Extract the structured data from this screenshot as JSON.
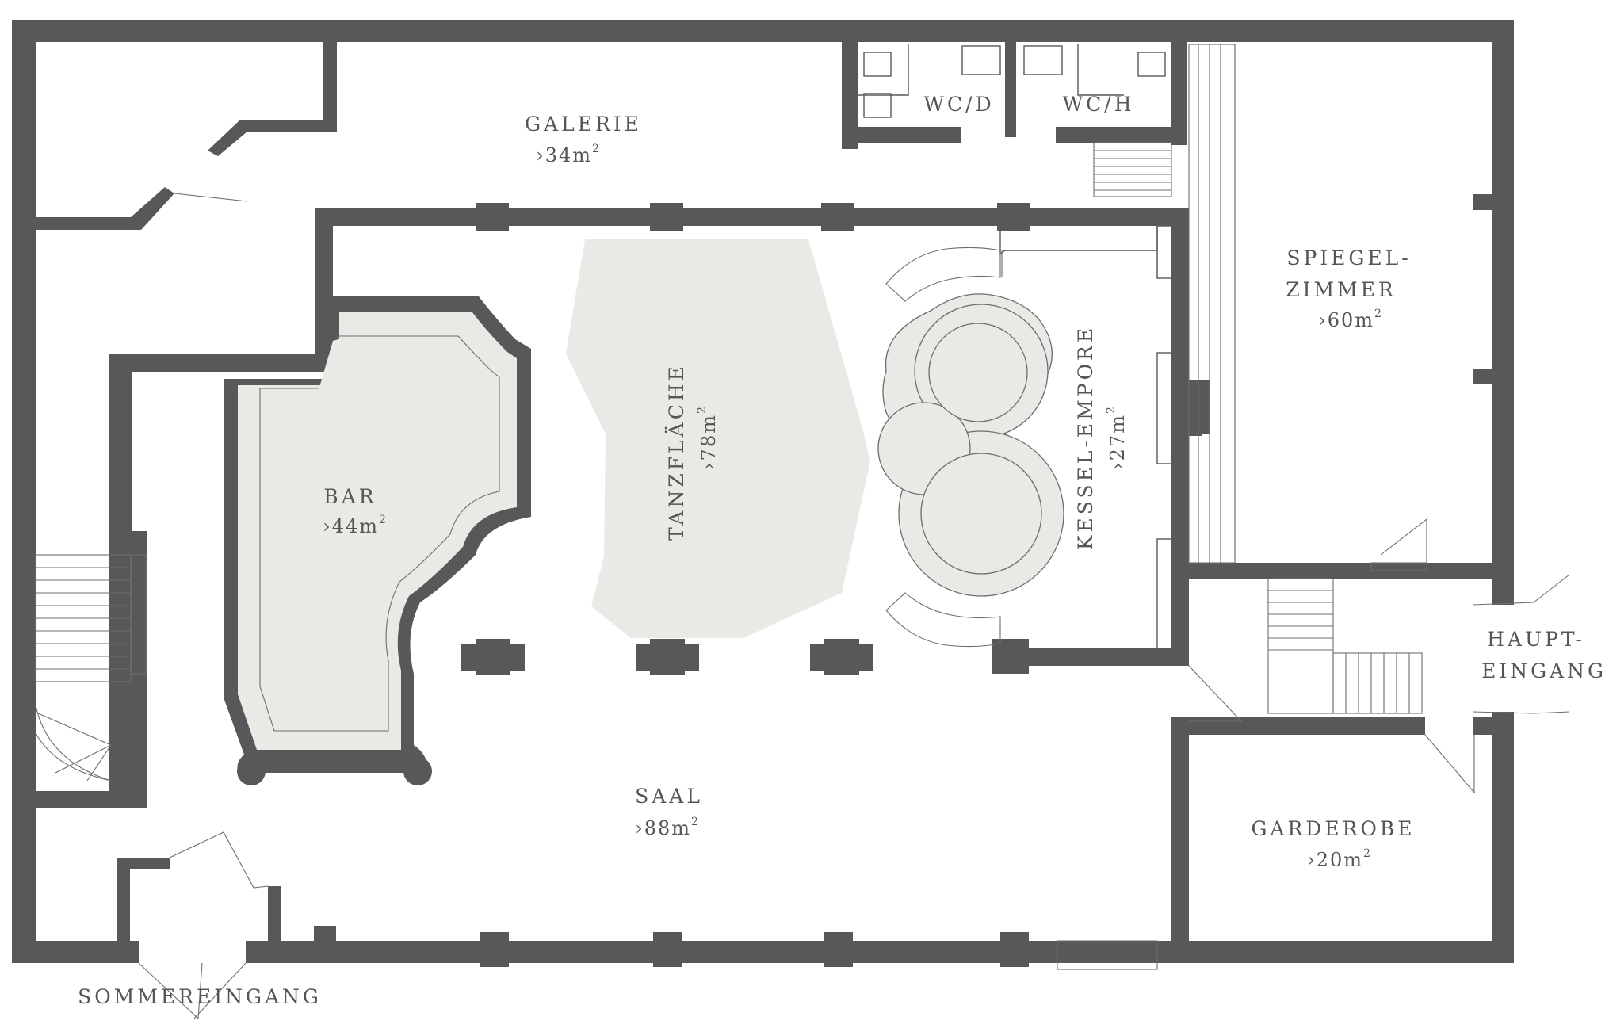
{
  "colors": {
    "wall": "#58585a",
    "beige": "#ebe9e5",
    "label": "#555555",
    "background": "#ffffff"
  },
  "area_unit": "m",
  "area_exponent": "2",
  "area_prefix": "›",
  "rooms": {
    "galerie": {
      "name": "GALERIE",
      "area": "34"
    },
    "wc_d": {
      "name": "WC/D"
    },
    "wc_h": {
      "name": "WC/H"
    },
    "spiegel_1": {
      "name": "SPIEGEL-"
    },
    "spiegel_2": {
      "name": "ZIMMER",
      "area": "60"
    },
    "bar": {
      "name": "BAR",
      "area": "44"
    },
    "tanz": {
      "name": "TANZFLÄCHE",
      "area": "78"
    },
    "kessel": {
      "name": "KESSEL-EMPORE",
      "area": "27"
    },
    "saal": {
      "name": "SAAL",
      "area": "88"
    },
    "garderobe": {
      "name": "GARDEROBE",
      "area": "20"
    }
  },
  "entrances": {
    "haupt_1": "HAUPT-",
    "haupt_2": "EINGANG",
    "sommer": "SOMMEREINGANG"
  }
}
